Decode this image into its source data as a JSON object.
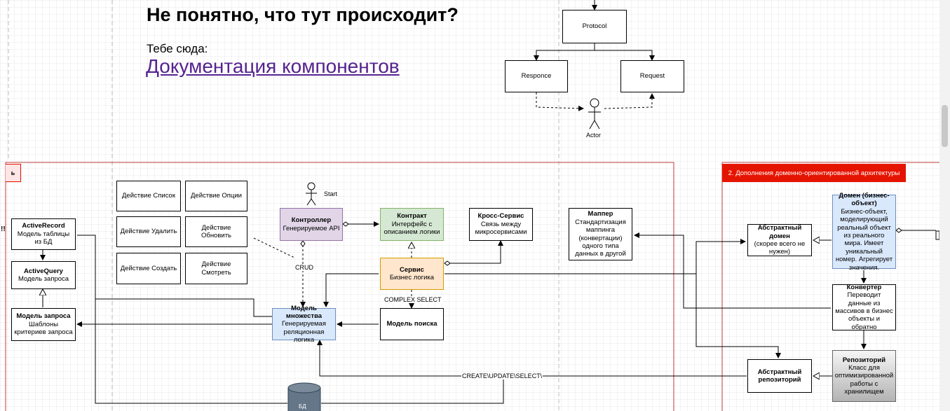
{
  "header": {
    "title": "Не понятно, что тут происходит?",
    "subtitle": "Тебе сюда:",
    "link_text": "Документация компонентов"
  },
  "sections": {
    "ddd_title": "2. Дополнения доменно-ориентированной архитектуры",
    "left_tab_text": "ь",
    "left_marks": "!!"
  },
  "protocol_diagram": {
    "protocol": "Protocol",
    "response": "Responce",
    "request": "Request",
    "actor": "Actor"
  },
  "actions": {
    "list": "Действие Список",
    "options": "Действие Опции",
    "delete": "Действие Удалить",
    "update": "Действие Обновить",
    "create": "Действие Создать",
    "view": "Действие Смотреть"
  },
  "nodes": {
    "start_label": "Start",
    "controller": {
      "title": "Контроллер",
      "desc": "Генерируемое API"
    },
    "contract": {
      "title": "Контракт",
      "desc": "Интерфейс с описанием логики"
    },
    "cross_service": {
      "title": "Кросс-Сервис",
      "desc": "Связь между микросервисами"
    },
    "mapper": {
      "title": "Маппер",
      "desc": "Стандартизация маппинга (конвертации) одного типа данных в другой"
    },
    "service": {
      "title": "Сервис",
      "desc": "Бизнес логика"
    },
    "search_model": {
      "title": "Модель поиска"
    },
    "set_model": {
      "title": "Модель множества",
      "desc": "Генерируемая реляционная логика"
    },
    "active_record": {
      "title": "ActiveRecord",
      "desc": "Модель таблицы из БД"
    },
    "active_query": {
      "title": "ActiveQuery",
      "desc": "Модель запроса"
    },
    "query_model": {
      "title": "Модель запроса",
      "desc": "Шаблоны критериев запроса"
    },
    "db": {
      "title": "БД"
    },
    "abstract_domain": {
      "title": "Абстрактный домен",
      "desc": "(скорее всего не нужен)"
    },
    "domain": {
      "title": "Домен (бизнес-объект)",
      "desc": "Бизнес-объект, моделирующий реальный объект из реального мира. Имеет уникальный номер. Агрегирует значения."
    },
    "converter": {
      "title": "Конвертер",
      "desc": "Переводит данные из массивов в бизнес объекты и обратно"
    },
    "abstract_repo": {
      "title": "Абстрактный репозиторий"
    },
    "repository": {
      "title": "Репозиторий",
      "desc": "Класс для оптимизированной работы с хранилищем"
    }
  },
  "edge_labels": {
    "crud": "CRUD",
    "complex_select": "COMPLEX SELECT",
    "cud": "CREATE\\UPDATE\\SELECT\\"
  },
  "colors": {
    "controller_fill": "#e1d5e7",
    "controller_border": "#9673a6",
    "contract_fill": "#d5e8d4",
    "contract_border": "#82b366",
    "service_fill": "#ffe6cc",
    "service_border": "#d79b00",
    "set_model_fill": "#dae8fc",
    "set_model_border": "#6c8ebf",
    "domain_fill": "#dae8fc",
    "domain_border": "#6c8ebf",
    "section_red": "#e51400",
    "link": "#55238f",
    "db_fill": "#647687"
  }
}
